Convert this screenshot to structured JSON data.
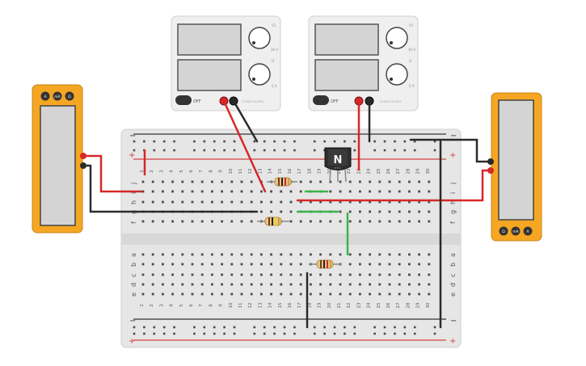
{
  "power_supplies": [
    {
      "name": "supply-1",
      "button_label": "OFF",
      "voltage_scale": "30 V",
      "current_scale": "5 A",
      "knob_top_marker": "V1",
      "knob_bottom_marker": "I1",
      "brand": "POWER SUPPLY"
    },
    {
      "name": "supply-2",
      "button_label": "OFF",
      "voltage_scale": "30 V",
      "current_scale": "5 A",
      "knob_top_marker": "V1",
      "knob_bottom_marker": "I1",
      "brand": "POWER SUPPLY"
    }
  ],
  "multimeter_left": {
    "buttons": [
      "A",
      "mA",
      "Ω"
    ]
  },
  "multimeter_right": {
    "buttons": [
      "Ω",
      "mA",
      "A"
    ]
  },
  "transistor": {
    "label": "N",
    "pins": "E B C"
  },
  "breadboard": {
    "columns": [
      "1",
      "2",
      "3",
      "4",
      "5",
      "6",
      "7",
      "8",
      "9",
      "10",
      "11",
      "12",
      "13",
      "14",
      "15",
      "16",
      "17",
      "18",
      "19",
      "20",
      "21",
      "22",
      "23",
      "24",
      "25",
      "26",
      "27",
      "28",
      "29",
      "30"
    ],
    "rows_top": [
      "j",
      "i",
      "h",
      "g",
      "f"
    ],
    "rows_bottom": [
      "e",
      "d",
      "c",
      "b",
      "a"
    ],
    "rail_plus": "+",
    "rail_minus": "−"
  },
  "colors": {
    "wire_red": "#d62828",
    "wire_black": "#2b2b2b",
    "wire_green": "#3ab54a",
    "multimeter_orange": "#f5a623",
    "breadboard": "#e6e6e6",
    "rail_red": "#d94040",
    "rail_dark": "#333333"
  }
}
